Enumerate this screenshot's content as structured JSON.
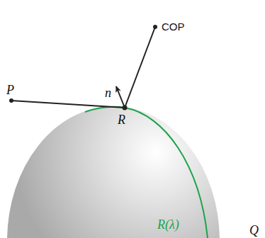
{
  "diagram": {
    "labels": [
      "COP",
      "P",
      "n",
      "R",
      "R(λ)",
      "Q"
    ]
  }
}
